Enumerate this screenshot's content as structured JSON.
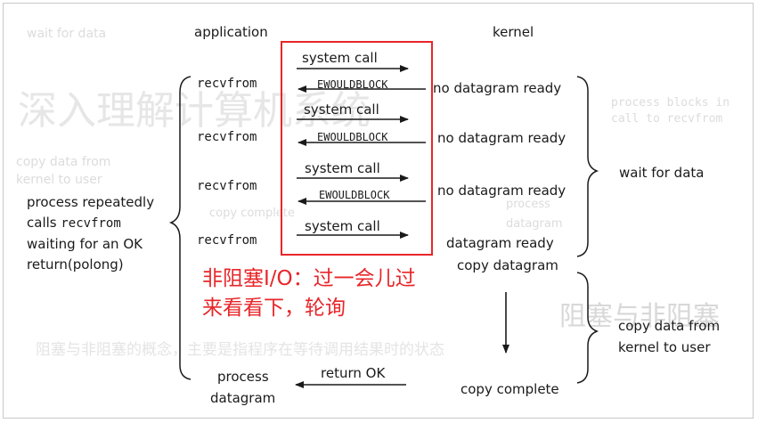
{
  "headers": {
    "application": "application",
    "kernel": "kernel"
  },
  "calls": [
    {
      "recv": "recvfrom",
      "syscall": "system call",
      "reply": "EWOULDBLOCK",
      "status": "no datagram ready"
    },
    {
      "recv": "recvfrom",
      "syscall": "system call",
      "reply": "EWOULDBLOCK",
      "status": "no datagram ready"
    },
    {
      "recv": "recvfrom",
      "syscall": "system call",
      "reply": "EWOULDBLOCK",
      "status": "no datagram ready"
    },
    {
      "recv": "recvfrom",
      "syscall": "system call",
      "status": "datagram ready"
    }
  ],
  "copy_datagram": "copy datagram",
  "return_ok": "return OK",
  "copy_complete": "copy complete",
  "process_datagram": {
    "line1": "process",
    "line2": "datagram"
  },
  "left_desc": {
    "line1": "process repeatedly",
    "line2_a": "calls ",
    "line2_b": "recvfrom",
    "line3": "waiting for an OK",
    "line4": "return(polong)"
  },
  "wait_for_data": "wait for data",
  "copy_to_user": {
    "line1": "copy data from",
    "line2": "kernel to user"
  },
  "annotation": {
    "line1": "非阻塞I/O：过一会儿过",
    "line2": "来看看下，轮询"
  },
  "ghost_text": {
    "t1": "wait for data",
    "t2": "深入理解计算机系统",
    "t3": "process blocks in",
    "t4": "call to recvfrom",
    "t5": "copy data from",
    "t6": "kernel to user",
    "t7": "process",
    "t8": "datagram",
    "t9": "copy complete",
    "t10": "阻塞与非阻塞",
    "t11": "阻塞与非阻塞的概念，主要是指程序在等待调用结果时的状态"
  },
  "colors": {
    "annotation": "#e8262a",
    "line": "#1a1a1a",
    "ghost": "#dcdcdc"
  }
}
